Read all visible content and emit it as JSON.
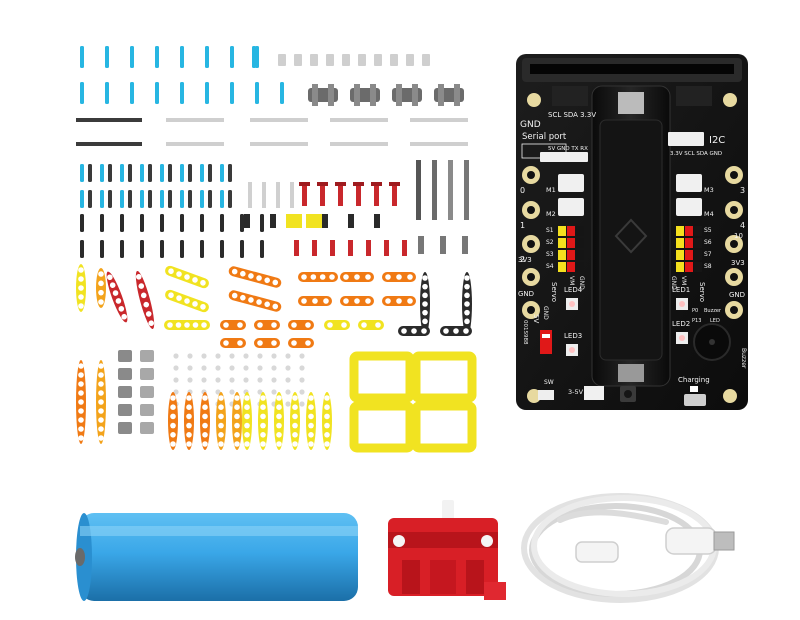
{
  "board": {
    "labels": {
      "gnd_top": "GND",
      "pin_header": "SCL SDA 3.3V",
      "serial_port": "Serial port",
      "serial_pins": "5V GND TX RX",
      "i2c": "I2C",
      "i2c_pins": "3.3V SCL SDA GND",
      "port_0": "0",
      "port_1": "1",
      "port_2": "2",
      "port_3v3_left": "3V3",
      "port_gnd_left": "GND",
      "port_3": "3",
      "port_4": "4",
      "port_10": "10",
      "port_3v3_right": "3V3",
      "port_gnd_right": "GND",
      "m1": "M1",
      "m2": "M2",
      "m3": "M3",
      "m4": "M4",
      "s1": "S1",
      "s2": "S2",
      "s3": "S3",
      "s4": "S4",
      "s5": "S5",
      "s6": "S6",
      "s7": "S7",
      "s8": "S8",
      "servo_left": "Servo",
      "servo_right": "Servo",
      "vm_left": "VM",
      "vm_right": "VM",
      "gnd_servo_left": "GND",
      "gnd_servo_right": "GND",
      "led4": "LED4",
      "led3": "LED3",
      "led1": "LED1",
      "led2": "LED2",
      "gnd_5v": "GND",
      "v5": "5V",
      "serial_number": "001S988",
      "p0": "P0",
      "p13": "P13",
      "buzzer": "Buzzer",
      "led_small": "LED",
      "buzzer_bottom": "Buzzer",
      "charging": "Charging",
      "v35": "3-5V",
      "sw": "SW"
    }
  },
  "items": {
    "battery_color": "#3aa7e8",
    "motor_color": "#d81f26",
    "cable_color": "#ececec",
    "pcb_color": "#161616"
  }
}
